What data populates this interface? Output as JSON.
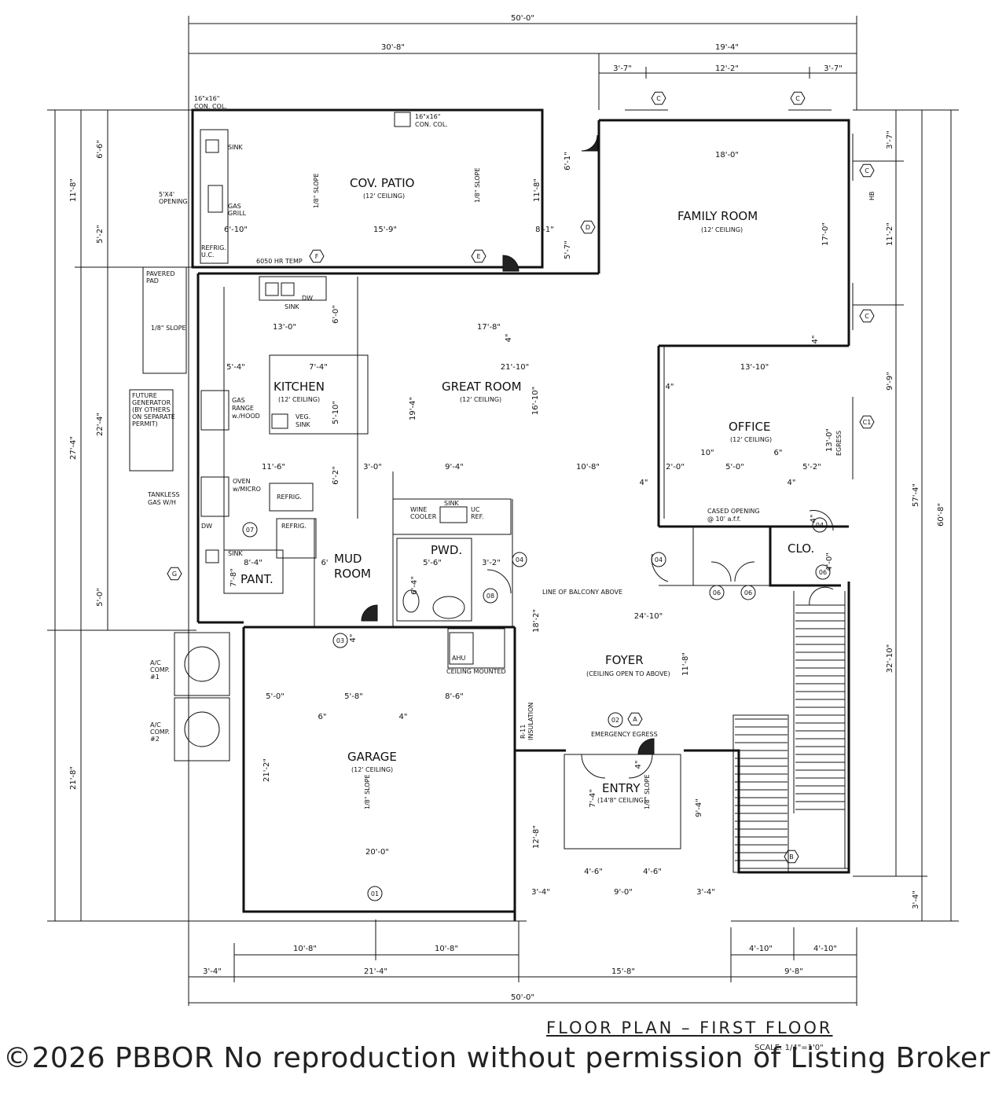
{
  "title": "FLOOR PLAN – FIRST FLOOR",
  "scale": "SCALE: 1/4\"=1'0\"",
  "watermark": "©2026 PBBOR No reproduction without permission of Listing Broker",
  "rooms": {
    "cov_patio": "COV. PATIO",
    "cov_patio_ceiling": "(12' CEILING)",
    "family_room": "FAMILY ROOM",
    "family_room_ceiling": "(12' CEILING)",
    "kitchen": "KITCHEN",
    "kitchen_ceiling": "(12' CEILING)",
    "great_room": "GREAT ROOM",
    "great_room_ceiling": "(12' CEILING)",
    "office": "OFFICE",
    "office_ceiling": "(12' CEILING)",
    "pwd": "PWD.",
    "mud": "MUD",
    "mud_room": "ROOM",
    "pant": "PANT.",
    "clo": "CLO.",
    "foyer": "FOYER",
    "foyer_ceiling": "(CEILING OPEN TO ABOVE)",
    "garage": "GARAGE",
    "garage_ceiling": "(12' CEILING)",
    "entry": "ENTRY",
    "entry_ceiling": "(14'8\" CEILING)"
  },
  "notes": {
    "con_col_1a": "16\"x16\"",
    "con_col_1b": "CON. COL.",
    "con_col_2a": "16\"x16\"",
    "con_col_2b": "CON. COL.",
    "sink1": "SINK",
    "gas_grill_a": "GAS",
    "gas_grill_b": "GRILL",
    "opening_a": "5'X4'",
    "opening_b": "OPENING",
    "refric_a": "REFRIG.",
    "refric_b": "U.C.",
    "hr_temp": "6050 HR TEMP",
    "pavered_a": "PAVERED",
    "pavered_b": "PAD",
    "slope": "1/8\" SLOPE",
    "sink2": "SINK",
    "dw1": "DW",
    "gas_range_a": "GAS",
    "gas_range_b": "RANGE",
    "gas_range_c": "w./HOOD",
    "veg_sink_a": "VEG.",
    "veg_sink_b": "SINK",
    "generator_a": "FUTURE",
    "generator_b": "GENERATOR",
    "generator_c": "(BY OTHERS",
    "generator_d": "ON SEPARATE",
    "generator_e": "PERMIT)",
    "oven_a": "OVEN",
    "oven_b": "w/MICRO",
    "refrig1": "REFRIG.",
    "refrig2": "REFRIG.",
    "tankless_a": "TANKLESS",
    "tankless_b": "GAS W/H",
    "wine_a": "WINE",
    "wine_b": "COOLER",
    "sink3": "SINK",
    "uc_a": "UC",
    "uc_b": "REF.",
    "dw2": "DW",
    "sink4": "SINK",
    "cased_a": "CASED OPENING",
    "cased_b": "@ 10' a.f.f.",
    "balcony": "LINE OF BALCONY ABOVE",
    "egress": "EGRESS",
    "ac1_a": "A/C",
    "ac1_b": "COMP.",
    "ac1_c": "#1",
    "ac2_a": "A/C",
    "ac2_b": "COMP.",
    "ac2_c": "#2",
    "ahu": "AHU",
    "ahu_b": "CEILING MOUNTED",
    "r11_a": "R-11",
    "r11_b": "INSULATION",
    "emergency": "EMERGENCY EGRESS",
    "hb": "HB"
  },
  "tags": {
    "c1": "C",
    "c2": "C",
    "c3": "C",
    "c4": "C",
    "c5": "C1",
    "d": "D",
    "e": "E",
    "f": "F",
    "g": "G",
    "a": "A",
    "b": "B",
    "t01": "01",
    "t02": "02",
    "t03": "03",
    "t04a": "04",
    "t04b": "04",
    "t04c": "04",
    "t06a": "06",
    "t06b": "06",
    "t06c": "06",
    "t07": "07",
    "t08": "08"
  },
  "dims": {
    "top_total": "50'-0\"",
    "top_left": "30'-8\"",
    "top_right": "19'-4\"",
    "win_a": "3'-7\"",
    "win_b": "12'-2\"",
    "win_c": "3'-7\"",
    "left_a": "11'-8\"",
    "left_a1": "6'-6\"",
    "left_a2": "5'-2\"",
    "left_b": "27'-4\"",
    "left_b1": "22'-4\"",
    "left_b2": "5'-0\"",
    "left_c": "21'-8\"",
    "right_a": "3'-7\"",
    "right_b": "11'-2\"",
    "right_c": "9'-9\"",
    "right_d": "57'-4\"",
    "right_e": "60'-8\"",
    "right_f": "32'-10\"",
    "right_g": "3'-4\"",
    "fam_w": "18'-0\"",
    "fam_h": "17'-0\"",
    "fam_6_1": "6'-1\"",
    "fam_5_7": "5'-7\"",
    "patio_h": "11'-8\"",
    "patio_6_10": "6'-10\"",
    "patio_15_9": "15'-9\"",
    "patio_8_1": "8'-1\"",
    "k13": "13'-0\"",
    "k6": "6'-0\"",
    "k17_8": "17'-8\"",
    "k5_4": "5'-4\"",
    "k7_4": "7'-4\"",
    "k5_10": "5'-10\"",
    "gr21_10": "21'-10\"",
    "gr16_10": "16'-10\"",
    "gr19_4": "19'-4\"",
    "of13_10": "13'-10\"",
    "of13_0": "13'-0\"",
    "d4a": "4\"",
    "d4b": "4\"",
    "d4c": "4\"",
    "d4d": "4\"",
    "d4e": "4\"",
    "d4f": "4\"",
    "d4g": "4\"",
    "d4h": "4\"",
    "d11_6": "11'-6\"",
    "d6_2": "6'-2\"",
    "d3_0": "3'-0\"",
    "d9_4": "9'-4\"",
    "d10_8": "10'-8\"",
    "d2_0": "2'-0\"",
    "d10": "10\"",
    "d5_0": "5'-0\"",
    "d6": "6\"",
    "d5_2": "5'-2\"",
    "d4_0": "4'-0\"",
    "d8_4": "8'-4\"",
    "d7_8": "7'-8\"",
    "d6m": "6'",
    "d5_6": "5'-6\"",
    "d3_2": "3'-2\"",
    "d6_4": "6'-4\"",
    "d24_10": "24'-10\"",
    "d18_2": "18'-2\"",
    "d11_8b": "11'-8\"",
    "g5_0": "5'-0\"",
    "g5_8": "5'-8\"",
    "g8_6": "8'-6\"",
    "g6": "6\"",
    "g4": "4\"",
    "g21_2": "21'-2\"",
    "g20_0": "20'-0\"",
    "e7_4": "7'-4\"",
    "e9_4": "9'-4\"",
    "e12_8": "12'-8\"",
    "e4_6a": "4'-6\"",
    "e4_6b": "4'-6\"",
    "e9_0": "9'-0\"",
    "e3_4a": "3'-4\"",
    "e3_4b": "3'-4\"",
    "b10_8a": "10'-8\"",
    "b10_8b": "10'-8\"",
    "b4_10a": "4'-10\"",
    "b4_10b": "4'-10\"",
    "b3_4": "3'-4\"",
    "b21_4": "21'-4\"",
    "b15_8": "15'-8\"",
    "b9_8": "9'-8\"",
    "bottom_total": "50'-0\""
  }
}
